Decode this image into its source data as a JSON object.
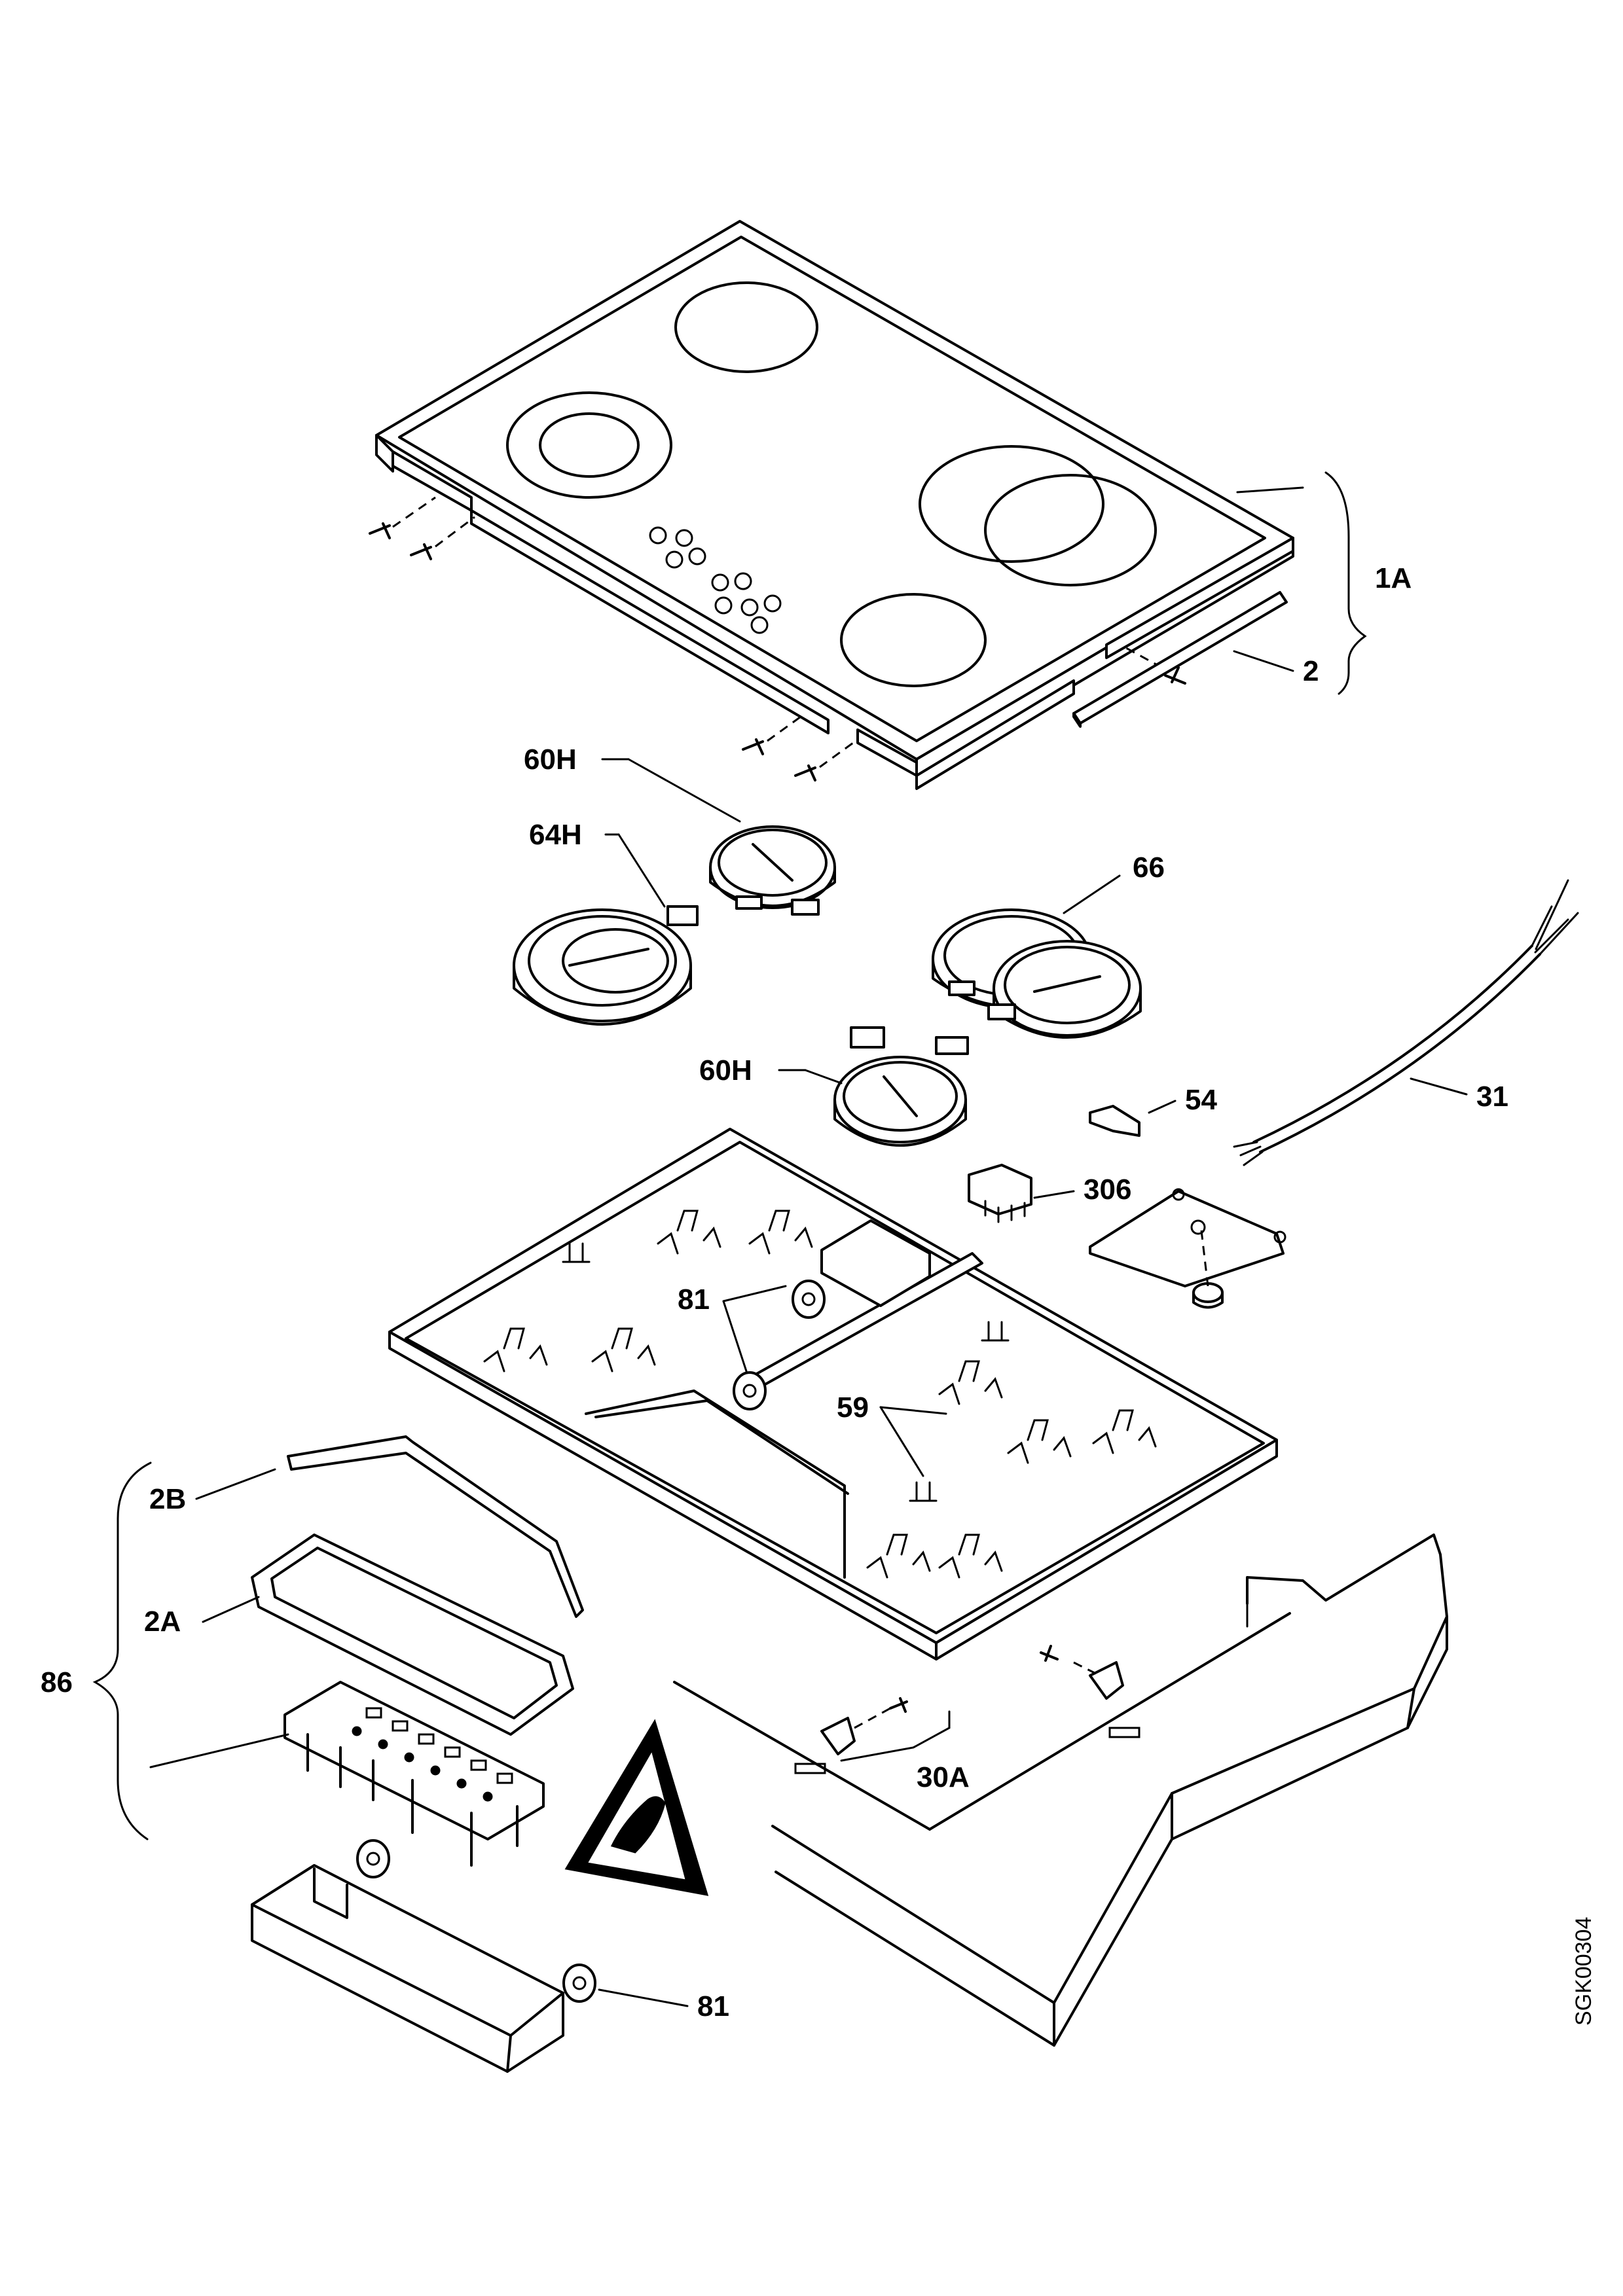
{
  "diagram": {
    "type": "exploded-parts-view",
    "document_code": "SGK00304",
    "part_labels": {
      "glass_top": "1A",
      "seal_top": "2",
      "zone_front_left": "60H",
      "zone_left": "64H",
      "zone_right": "66",
      "zone_rear": "60H",
      "clip": "54",
      "cable": "31",
      "terminal_block": "306",
      "bracket": "81",
      "spring_clips": "59",
      "seal_2b": "2B",
      "seal_2a": "2A",
      "control_group": "86",
      "screws": "30A",
      "bracket_lower": "81"
    }
  }
}
